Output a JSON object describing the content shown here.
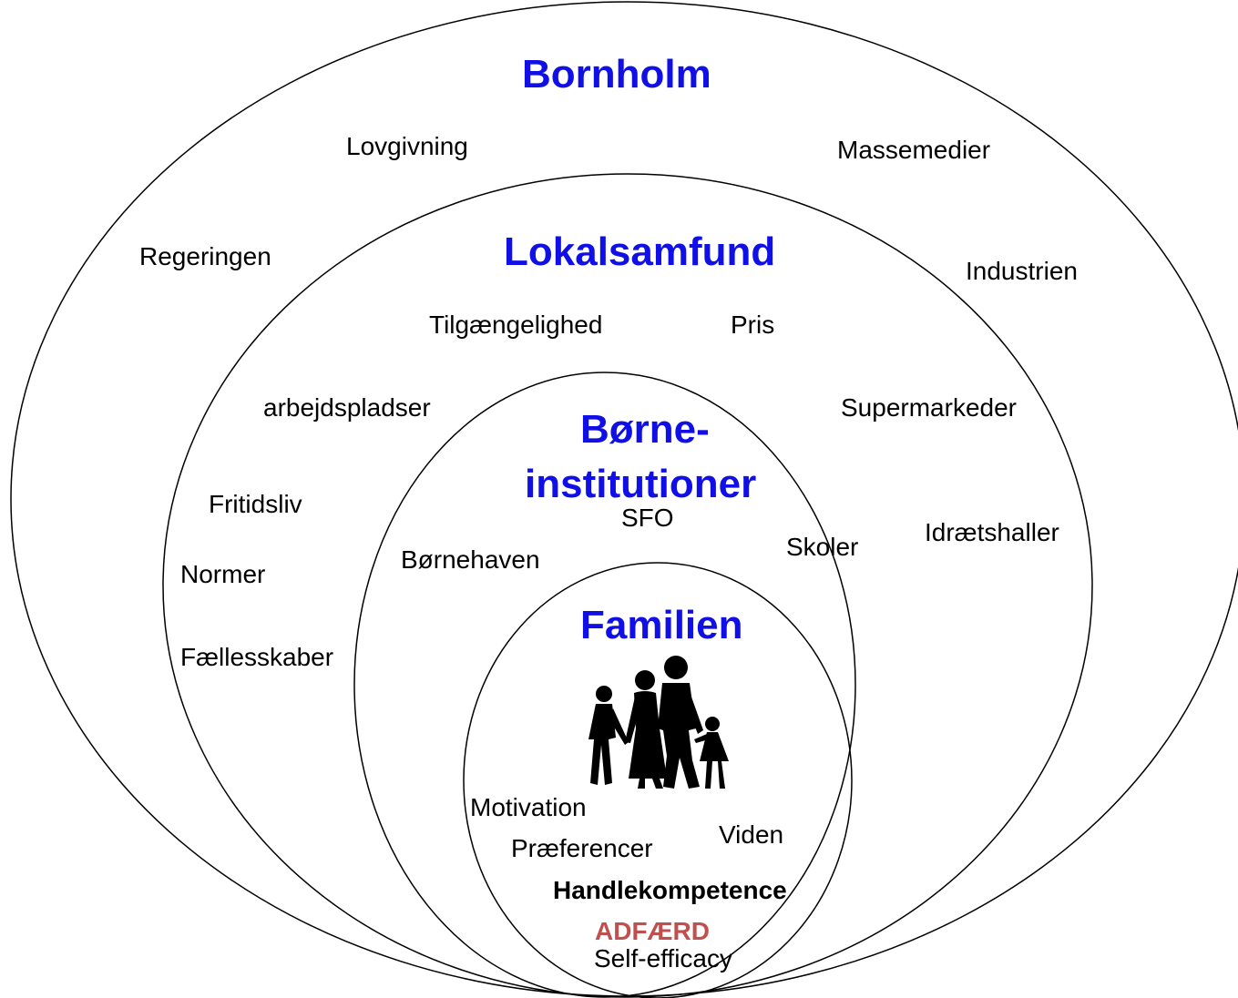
{
  "colors": {
    "title": "#1010e6",
    "text": "#000000",
    "behavior": "#c0504d",
    "stroke": "#000000"
  },
  "levels": {
    "outer": {
      "title": "Bornholm",
      "items": [
        "Lovgivning",
        "Massemedier",
        "Regeringen",
        "Industrien"
      ]
    },
    "community": {
      "title": "Lokalsamfund",
      "items": [
        "Tilgængelighed",
        "Pris",
        "arbejdspladser",
        "Supermarkeder",
        "Fritidsliv",
        "Idrætshaller",
        "Normer",
        "Fællesskaber"
      ]
    },
    "institutions": {
      "title_line1": "Børne-",
      "title_line2": "institutioner",
      "items": [
        "SFO",
        "Børnehaven",
        "Skoler"
      ]
    },
    "family": {
      "title": "Familien",
      "items": [
        "Motivation",
        "Viden",
        "Præferencer",
        "Self-efficacy"
      ],
      "competence": "Handlekompetence",
      "behavior": "ADFÆRD"
    }
  },
  "icons": {
    "family": "family-silhouette-icon"
  }
}
